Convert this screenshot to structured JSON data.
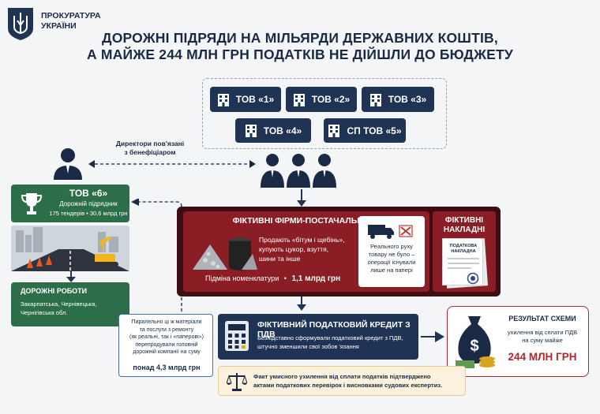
{
  "header": {
    "org_line1": "ПРОКУРАТУРА",
    "org_line2": "УКРАЇНИ",
    "title_line1": "ДОРОЖНІ ПІДРЯДИ НА МІЛЬЯРДИ ДЕРЖАВНИХ КОШТІВ,",
    "title_line2": "А МАЙЖЕ 244 МЛН ГРН ПОДАТКІВ НЕ ДІЙШЛИ ДО БЮДЖЕТУ"
  },
  "companies": [
    "ТОВ «1»",
    "ТОВ «2»",
    "ТОВ «3»",
    "ТОВ «4»",
    "СП ТОВ «5»"
  ],
  "directors_label_line1": "Директори пов'язані",
  "directors_label_line2": "з бенефіціаром",
  "tov6": {
    "name": "ТОВ «6»",
    "role": "Дорожній підрядник",
    "stats": "175 тендерів • 30,6 млрд грн"
  },
  "road_works": {
    "title": "ДОРОЖНІ РОБОТИ",
    "regions_line1": "Закарпатська, Чернівецька,",
    "regions_line2": "Чернігівська обл."
  },
  "fake_suppliers": {
    "title": "ФІКТИВНІ ФІРМИ-ПОСТАЧАЛЬНИКИ",
    "goods_line1": "Продають «бітум і щебінь»,",
    "goods_line2": "купують цукор, взуття,",
    "goods_line3": "шини та інше",
    "substitution_label": "Підміна номенклатури",
    "substitution_value": "1,1 млрд грн",
    "no_movement_line1": "Реального руху",
    "no_movement_line2": "товару не було –",
    "no_movement_line3": "операції існували",
    "no_movement_line4": "лише на папері"
  },
  "fake_invoices": {
    "title_line1": "ФІКТИВНІ",
    "title_line2": "НАКЛАДНІ",
    "doc_line1": "ПОДАТКОВА",
    "doc_line2": "НАКЛАДНА"
  },
  "resale": {
    "line1": "Паралельно ці ж матеріали",
    "line2": "та послуги з ремонту",
    "line3": "(як реальні, так і «паперові»)",
    "line4": "перепродували головній",
    "line5": "дорожній компанії на суму",
    "amount": "понад 4,3 млрд грн"
  },
  "tax_credit": {
    "title": "ФІКТИВНИЙ ПОДАТКОВИЙ КРЕДИТ З ПДВ",
    "line1": "Безпідставно сформували податковий кредит з ПДВ,",
    "line2": "штучно зменшили свої зобов 'язання"
  },
  "result": {
    "title": "РЕЗУЛЬТАТ СХЕМИ",
    "line1": "ухилення від сплати ПДВ",
    "line2": "на суму майже",
    "amount": "244 МЛН ГРН"
  },
  "fact": {
    "line1": "Факт умисного ухилення від сплати податків підтверджено",
    "line2": "актами податкових перевірок і висновками судових експертиз."
  },
  "colors": {
    "navy": "#1f3454",
    "green": "#2c6e49",
    "maroon": "#8a1e24",
    "dark_maroon": "#3d0f14",
    "result_red": "#b3262d"
  }
}
